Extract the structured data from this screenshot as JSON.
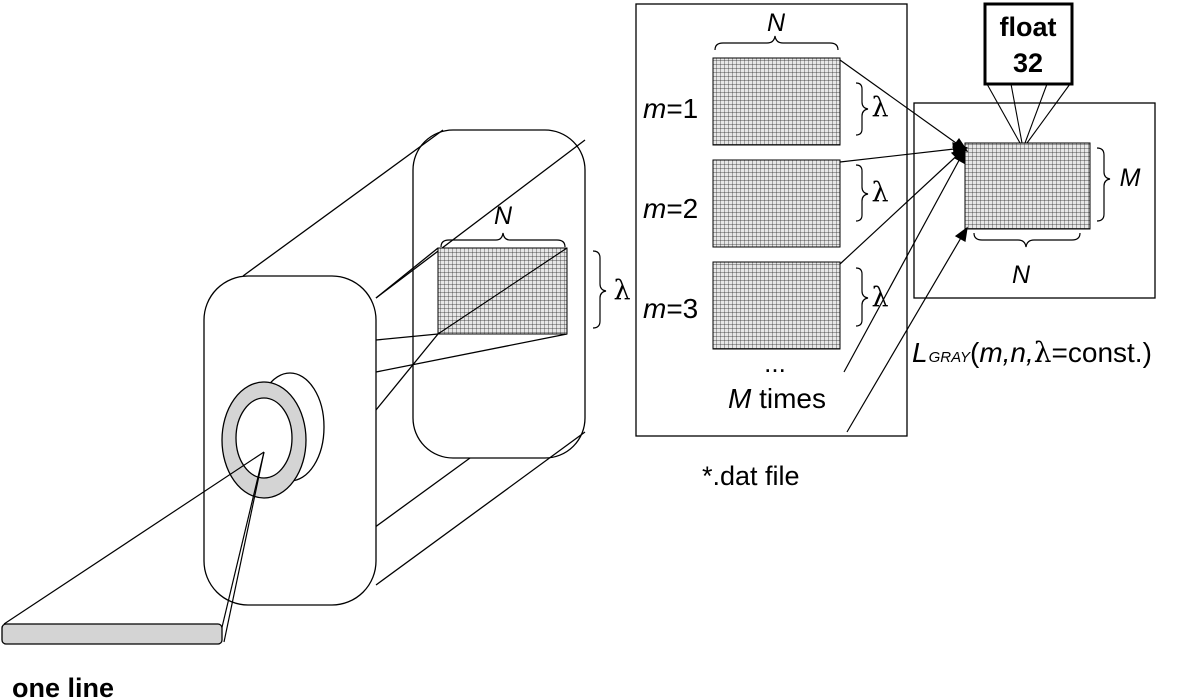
{
  "camera": {
    "grid_label_n": "N",
    "grid_label_lambda": "λ",
    "line_label": "one line"
  },
  "dat_file": {
    "top_label_n": "N",
    "frames": [
      {
        "m_var": "m",
        "m_rest": "=1",
        "lambda": "λ"
      },
      {
        "m_var": "m",
        "m_rest": "=2",
        "lambda": "λ"
      },
      {
        "m_var": "m",
        "m_rest": "=3",
        "lambda": "λ"
      }
    ],
    "ellipsis": "...",
    "times_var": "M",
    "times_rest": " times",
    "caption": "*.dat file"
  },
  "output": {
    "float_line1": "float",
    "float_line2": "32",
    "side_label_m": "M",
    "bottom_label_n": "N",
    "formula": {
      "L": "L",
      "sub": "GRAY",
      "open": "(",
      "m": "m",
      "c1": ",",
      "n": "n",
      "c2": ",",
      "lambda": "λ",
      "rest": "=const.)"
    }
  },
  "colors": {
    "stroke": "#000000",
    "gray_fill": "#d4d4d4",
    "grid_fill": "#e6e6e6"
  }
}
